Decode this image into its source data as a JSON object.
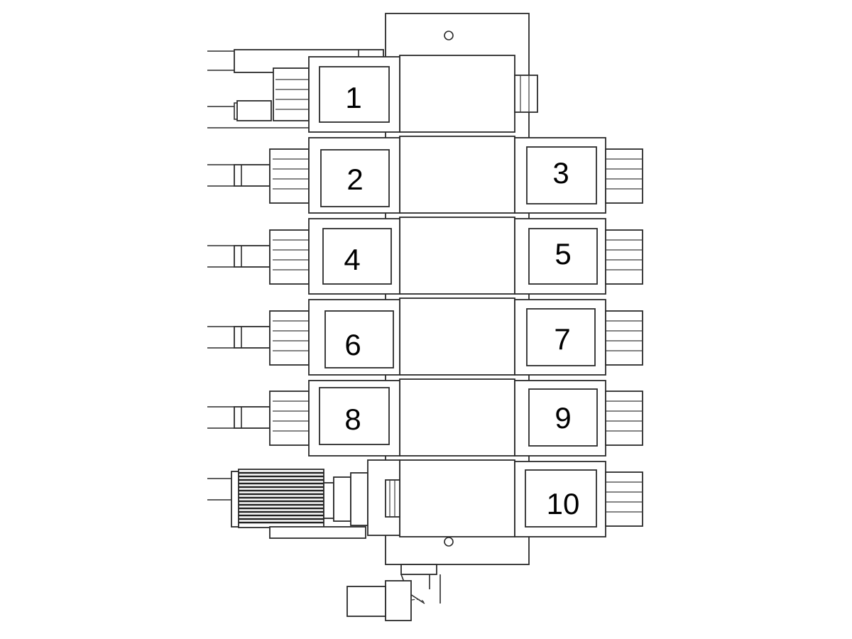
{
  "diagram": {
    "stations": [
      {
        "number": "1",
        "side": "left"
      },
      {
        "number": "2",
        "side": "left"
      },
      {
        "number": "3",
        "side": "right"
      },
      {
        "number": "4",
        "side": "left"
      },
      {
        "number": "5",
        "side": "right"
      },
      {
        "number": "6",
        "side": "left"
      },
      {
        "number": "7",
        "side": "right"
      },
      {
        "number": "8",
        "side": "left"
      },
      {
        "number": "9",
        "side": "right"
      },
      {
        "number": "10",
        "side": "right"
      }
    ],
    "colors": {
      "line": "#2a2a2a",
      "background": "#ffffff"
    }
  }
}
